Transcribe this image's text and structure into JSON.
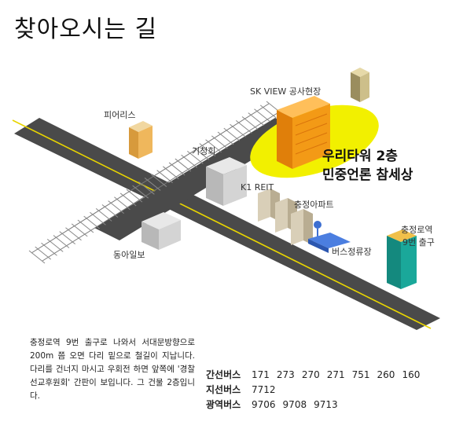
{
  "title": "찾아오시는 길",
  "labels": {
    "sk_view": "SK VIEW 공사현장",
    "pierris": "피어리스",
    "gicheonhoe": "기청회",
    "k1_reit": "K1 REIT",
    "chungjeong_apt": "충정아파트",
    "dongailbo": "동아일보",
    "bus_stop": "버스정류장",
    "station_line1": "충정로역",
    "station_line2": "9번 출구",
    "target_line1": "우리타워 2층",
    "target_line2": "민중언론 참세상"
  },
  "description": "충정로역 9번 출구로 나와서 서대문방향으로 200m 쯤 오면 다리 밑으로 철길이 지납니다. 다리를 건너지 마시고 우회전 하면 앞쪽에 '경찰선교후원회' 간판이 보입니다. 그 건물 2층입니다.",
  "bus": [
    {
      "type": "간선버스",
      "numbers": [
        "171",
        "273",
        "270",
        "271",
        "751",
        "260",
        "160"
      ]
    },
    {
      "type": "지선버스",
      "numbers": [
        "7712"
      ]
    },
    {
      "type": "광역버스",
      "numbers": [
        "9706",
        "9708",
        "9713"
      ]
    }
  ],
  "colors": {
    "road": "#4a4a4a",
    "center_line": "#e8d400",
    "highlight": "#f2f000",
    "target_building": "#f39a16",
    "station_exit": "#1aa89a"
  }
}
